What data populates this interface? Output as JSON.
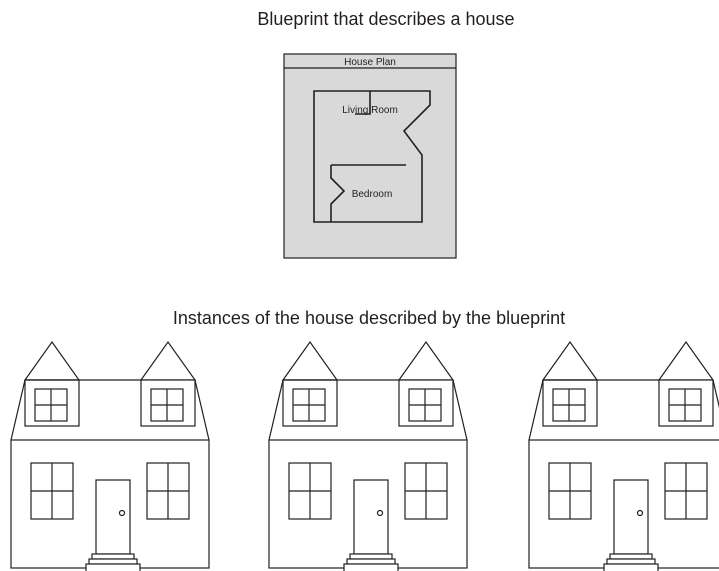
{
  "blueprint_caption": "Blueprint that describes a house",
  "instances_caption": "Instances of the house described by the blueprint",
  "plan": {
    "title": "House Plan",
    "rooms": [
      "Living Room",
      "Bedroom"
    ]
  }
}
